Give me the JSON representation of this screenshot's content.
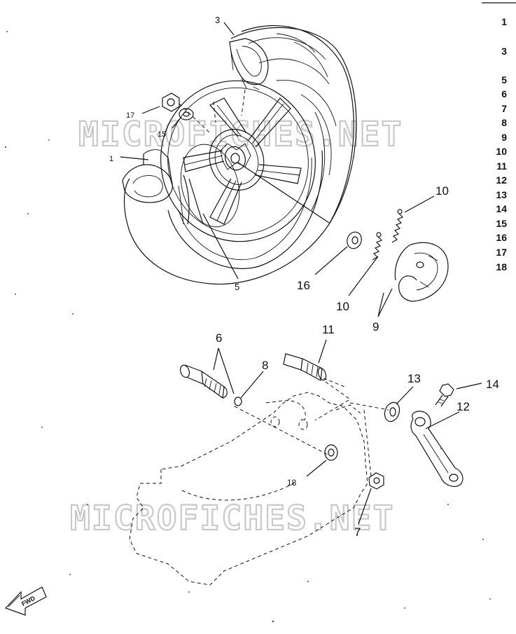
{
  "watermark": "MICROFICHES.NET",
  "fwd_label": "FWD",
  "callouts": {
    "c1": "1",
    "c3": "3",
    "c5": "5",
    "c6": "6",
    "c7": "7",
    "c8": "8",
    "c9": "9",
    "c10a": "10",
    "c10b": "10",
    "c11": "11",
    "c12": "12",
    "c13": "13",
    "c14": "14",
    "c15": "15",
    "c16": "16",
    "c17": "17",
    "c18": "18"
  },
  "part_index": [
    "1",
    "3",
    "5",
    "6",
    "7",
    "8",
    "9",
    "10",
    "11",
    "12",
    "13",
    "14",
    "15",
    "16",
    "17",
    "18"
  ]
}
